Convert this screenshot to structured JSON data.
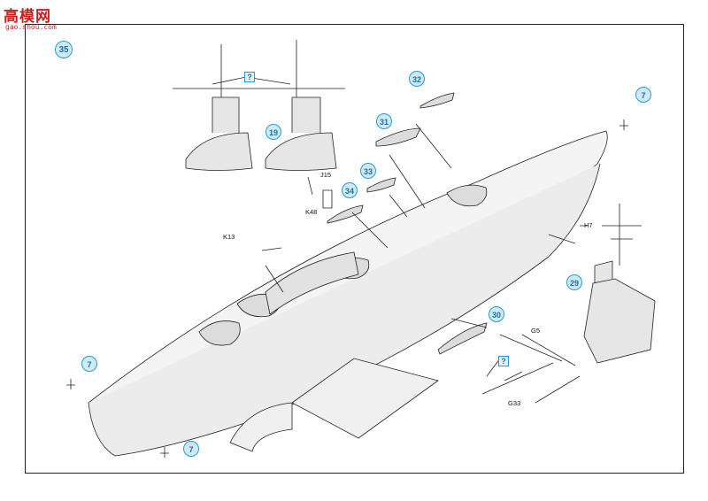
{
  "watermark": {
    "main": "高模网",
    "url": "gao.shou.com"
  },
  "step_number": "35",
  "callouts": {
    "seven_top_right": "7",
    "seven_left": "7",
    "seven_bottom": "7",
    "nineteen": "19",
    "twentynine": "29",
    "thirty": "30",
    "thirtyone": "31",
    "thirtytwo": "32",
    "thirtythree": "33",
    "thirtyfour": "34",
    "question_top": "?",
    "question_bottom": "?"
  },
  "parts": {
    "j15": "J15",
    "k48": "K48",
    "k13": "K13",
    "h7": "H7",
    "g5": "G5",
    "g33": "G33"
  },
  "colors": {
    "callout_fill": "#cfe9f7",
    "callout_stroke": "#2a9ad6",
    "watermark": "#c91f1f"
  }
}
